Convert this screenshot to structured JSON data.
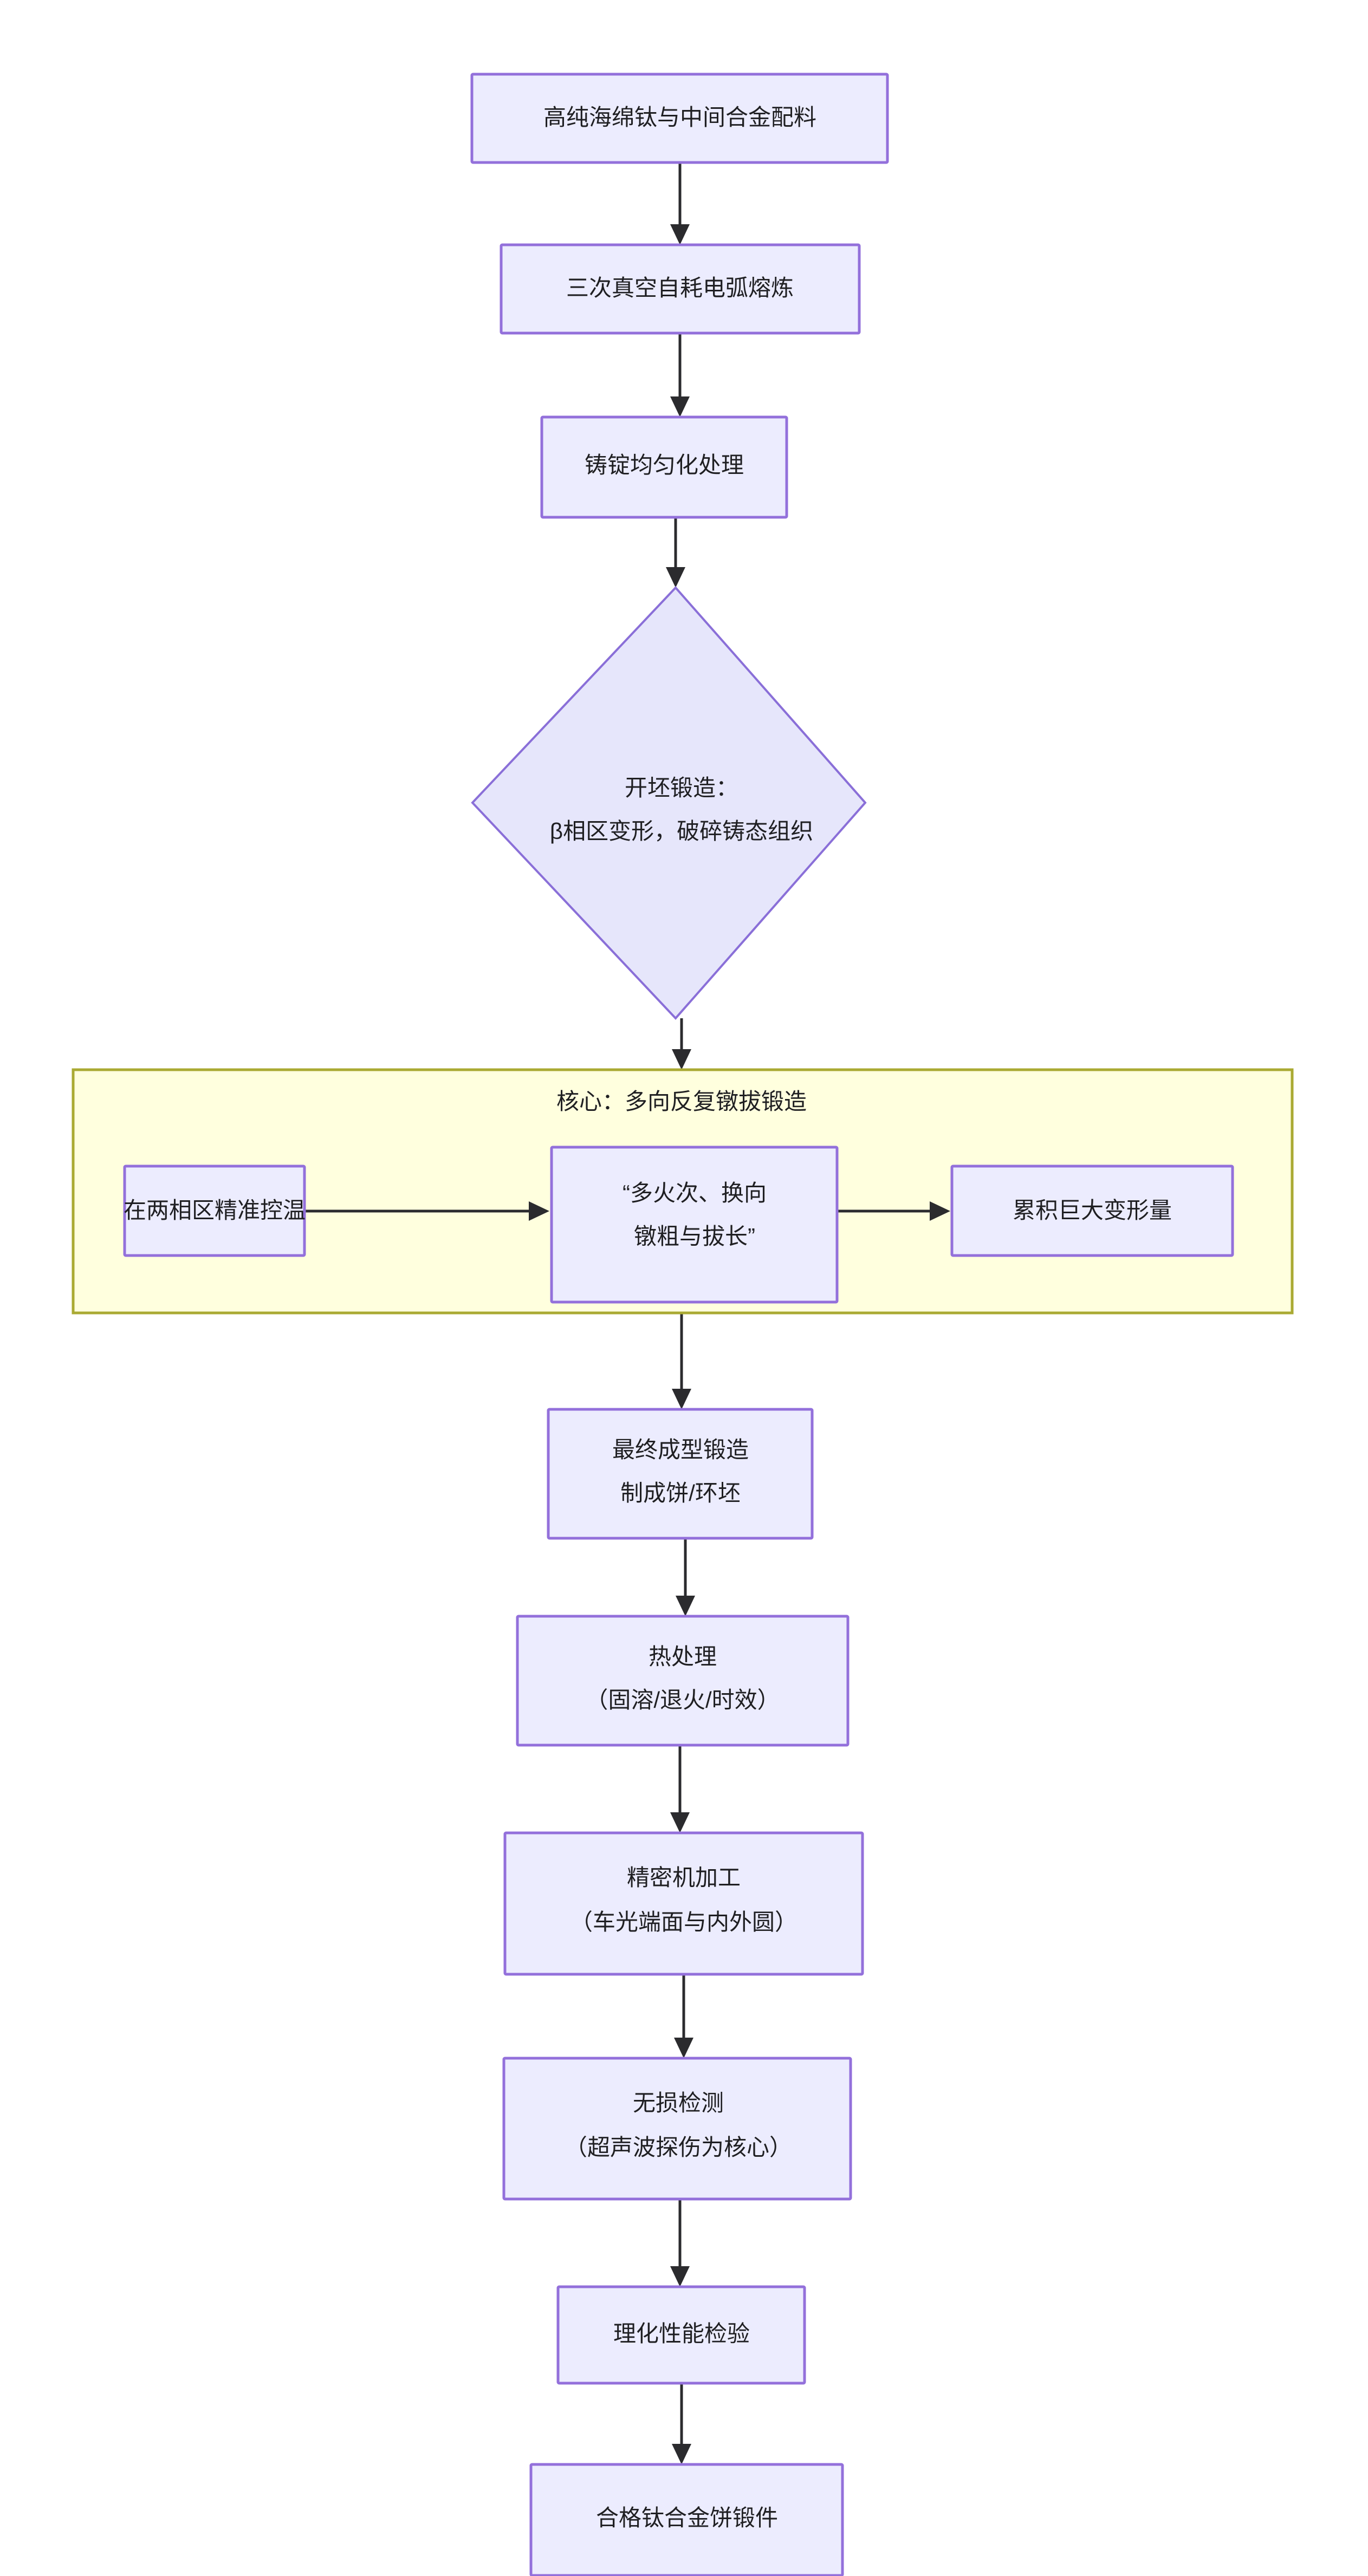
{
  "diagram": {
    "type": "flowchart",
    "orientation": "top-to-bottom",
    "background_color": "#ffffff",
    "node_fill": "#ececfe",
    "node_stroke": "#9370db",
    "cluster_fill": "#ffffde",
    "cluster_stroke": "#aaaa33",
    "edge_color": "#2b2b2e",
    "text_color": "#1f1f22"
  },
  "nodes": {
    "n1": {
      "label": "高纯海绵钛与中间合金配料",
      "shape": "rect"
    },
    "n2": {
      "label": "三次真空自耗电弧熔炼",
      "shape": "rect"
    },
    "n3": {
      "label": "铸锭均匀化处理",
      "shape": "rect"
    },
    "n4": {
      "label_line1": "开坯锻造：",
      "label_line2": "β相区变形，破碎铸态组织",
      "shape": "diamond"
    },
    "n5": {
      "label": "在两相区精准控温",
      "shape": "rect"
    },
    "n6": {
      "label_line1": "“多火次、换向",
      "label_line2": "镦粗与拔长”",
      "shape": "rect"
    },
    "n7": {
      "label": "累积巨大变形量",
      "shape": "rect"
    },
    "n8": {
      "label_line1": "最终成型锻造",
      "label_line2": "制成饼/环坯",
      "shape": "rect"
    },
    "n9": {
      "label_line1": "热处理",
      "label_line2": "（固溶/退火/时效）",
      "shape": "rect"
    },
    "n10": {
      "label_line1": "精密机加工",
      "label_line2": "（车光端面与内外圆）",
      "shape": "rect"
    },
    "n11": {
      "label_line1": "无损检测",
      "label_line2": "（超声波探伤为核心）",
      "shape": "rect"
    },
    "n12": {
      "label": "理化性能检验",
      "shape": "rect"
    },
    "n13": {
      "label": "合格钛合金饼锻件",
      "shape": "rect"
    }
  },
  "cluster": {
    "label": "核心：多向反复镦拔锻造"
  },
  "edges": [
    {
      "from": "n1",
      "to": "n2"
    },
    {
      "from": "n2",
      "to": "n3"
    },
    {
      "from": "n3",
      "to": "n4"
    },
    {
      "from": "n4",
      "to": "cluster"
    },
    {
      "from": "n5",
      "to": "n6"
    },
    {
      "from": "n6",
      "to": "n7"
    },
    {
      "from": "cluster",
      "to": "n8"
    },
    {
      "from": "n8",
      "to": "n9"
    },
    {
      "from": "n9",
      "to": "n10"
    },
    {
      "from": "n10",
      "to": "n11"
    },
    {
      "from": "n11",
      "to": "n12"
    },
    {
      "from": "n12",
      "to": "n13"
    }
  ]
}
